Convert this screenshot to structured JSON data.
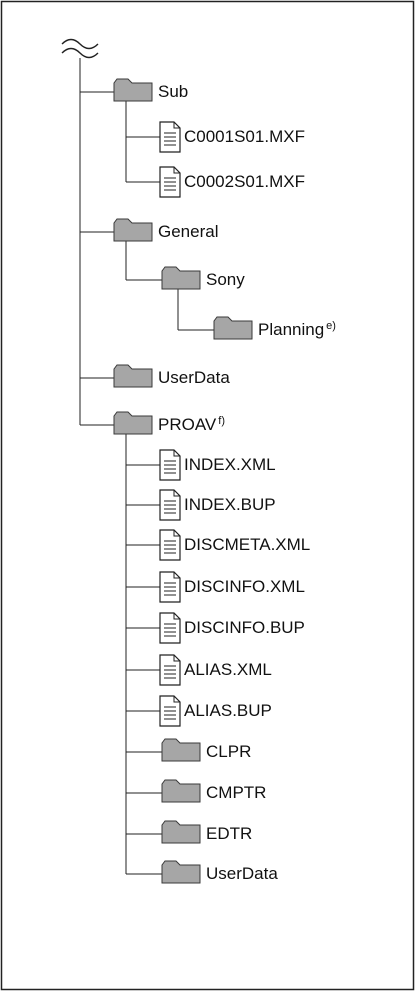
{
  "tree": {
    "root_symbol": "≈",
    "nodes": [
      {
        "id": "sub",
        "type": "folder",
        "label": "Sub",
        "depth": 1
      },
      {
        "id": "c0001",
        "type": "file",
        "label": "C0001S01.MXF",
        "depth": 2
      },
      {
        "id": "c0002",
        "type": "file",
        "label": "C0002S01.MXF",
        "depth": 2
      },
      {
        "id": "general",
        "type": "folder",
        "label": "General",
        "depth": 1
      },
      {
        "id": "sony",
        "type": "folder",
        "label": "Sony",
        "depth": 2
      },
      {
        "id": "planning",
        "type": "folder",
        "label": "Planning",
        "note": "e)",
        "depth": 3
      },
      {
        "id": "userdata1",
        "type": "folder",
        "label": "UserData",
        "depth": 1
      },
      {
        "id": "proav",
        "type": "folder",
        "label": "PROAV",
        "note": "f)",
        "depth": 1
      },
      {
        "id": "index_xml",
        "type": "file",
        "label": "INDEX.XML",
        "depth": 2
      },
      {
        "id": "index_bup",
        "type": "file",
        "label": "INDEX.BUP",
        "depth": 2
      },
      {
        "id": "discmeta_xml",
        "type": "file",
        "label": "DISCMETA.XML",
        "depth": 2
      },
      {
        "id": "discinfo_xml",
        "type": "file",
        "label": "DISCINFO.XML",
        "depth": 2
      },
      {
        "id": "discinfo_bup",
        "type": "file",
        "label": "DISCINFO.BUP",
        "depth": 2
      },
      {
        "id": "alias_xml",
        "type": "file",
        "label": "ALIAS.XML",
        "depth": 2
      },
      {
        "id": "alias_bup",
        "type": "file",
        "label": "ALIAS.BUP",
        "depth": 2
      },
      {
        "id": "clpr",
        "type": "folder",
        "label": "CLPR",
        "depth": 2
      },
      {
        "id": "cmptr",
        "type": "folder",
        "label": "CMPTR",
        "depth": 2
      },
      {
        "id": "edtr",
        "type": "folder",
        "label": "EDTR",
        "depth": 2
      },
      {
        "id": "userdata2",
        "type": "folder",
        "label": "UserData",
        "depth": 2
      }
    ]
  },
  "colors": {
    "folder_fill": "#a6a6a6",
    "folder_stroke": "#3a3a3a",
    "line": "#222222",
    "file_fill": "#ffffff"
  }
}
